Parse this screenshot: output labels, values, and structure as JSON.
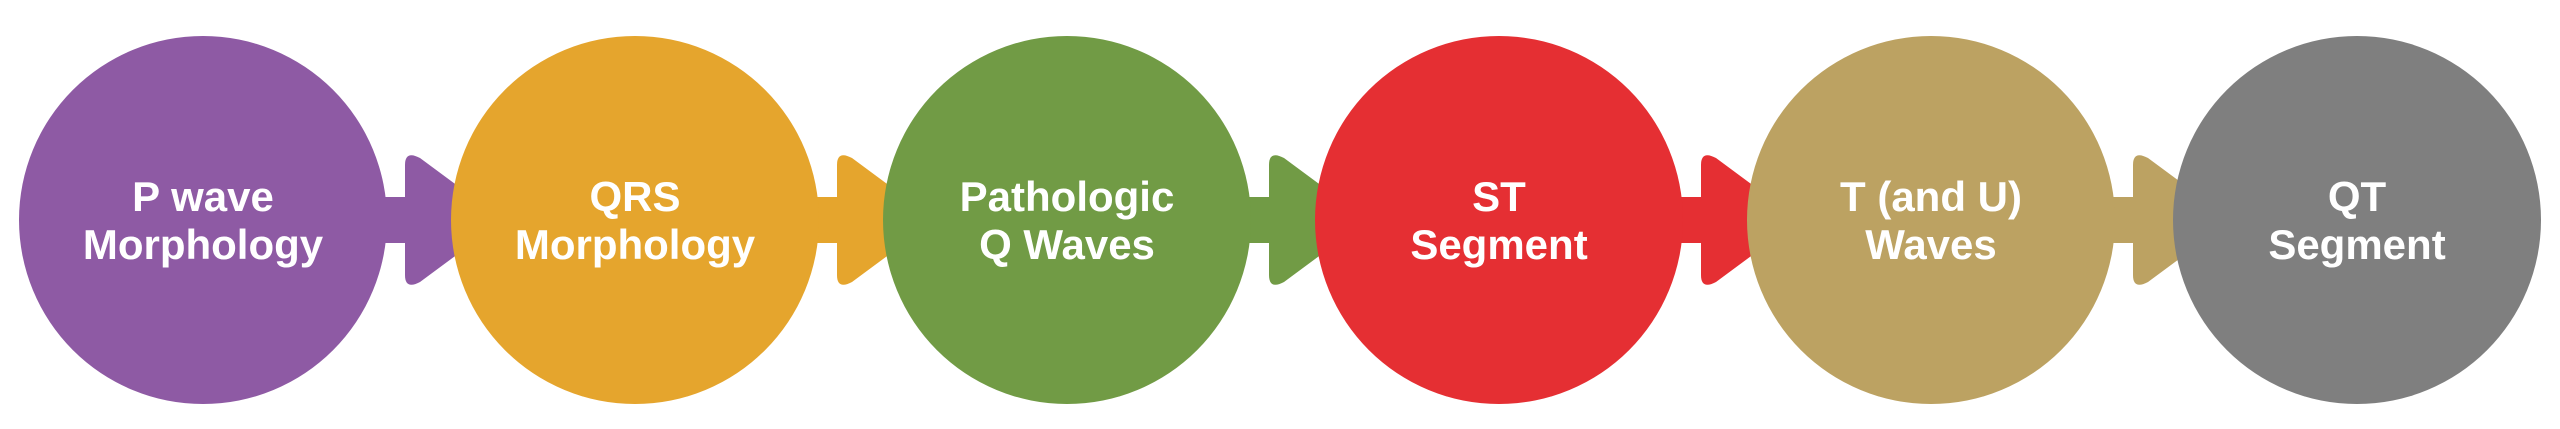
{
  "steps": [
    {
      "line1": "P wave",
      "line2": "Morphology",
      "color": "#8e5aa4"
    },
    {
      "line1": "QRS",
      "line2": "Morphology",
      "color": "#e5a52d"
    },
    {
      "line1": "Pathologic",
      "line2": "Q Waves",
      "color": "#719b45"
    },
    {
      "line1": "ST",
      "line2": "Segment",
      "color": "#e52f33"
    },
    {
      "line1": "T (and U)",
      "line2": "Waves",
      "color": "#bca262"
    },
    {
      "line1": "QT",
      "line2": "Segment",
      "color": "#7f7f7f"
    }
  ]
}
